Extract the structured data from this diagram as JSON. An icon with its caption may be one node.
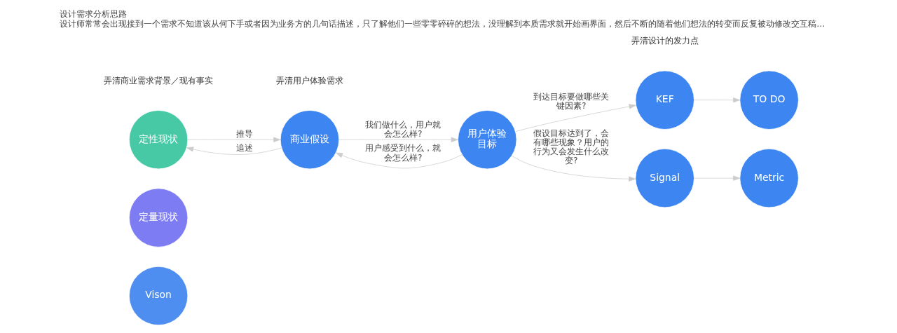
{
  "diagram": {
    "title": "设计需求分析思路",
    "caption": "设计师常常会出现接到一个需求不知道该从何下手或者因为业务方的几句话描述，只了解他们一些零零碎碎的想法，没理解到本质需求就开始画界面，然后不断的随着他们想法的转变而反复被动修改交互稿...",
    "nodes": [
      {
        "text": [
          "Vison"
        ]
      },
      {
        "text": [
          "定量现状"
        ]
      },
      {
        "text": [
          "定性现状"
        ]
      },
      {
        "text": [
          "商业假设"
        ]
      },
      {
        "text": [
          "用户体验目标"
        ]
      },
      {
        "text": [
          "KEF"
        ]
      },
      {
        "text": [
          "TO DO"
        ]
      },
      {
        "text": [
          "Signal"
        ]
      },
      {
        "text": [
          "Metric"
        ]
      }
    ],
    "edges": [
      {
        "from": 2,
        "to": 3,
        "arrow": "to",
        "label": "推导"
      },
      {
        "from": 3,
        "to": 2,
        "arrow": "to",
        "label": "追述"
      },
      {
        "from": 3,
        "to": 4,
        "arrow": "to",
        "label": "我们做什么，用户就会怎么样?"
      },
      {
        "from": 4,
        "to": 3,
        "arrow": "to",
        "label": "用户感受到什么，就会怎么样?"
      },
      {
        "from": 4,
        "to": 5,
        "arrow": "to",
        "label": "到达目标要做哪些关键因素?"
      },
      {
        "from": 4,
        "to": 7,
        "arrow": "to",
        "label": "假设目标达到了，会有哪些现象？用户的行为又会发生什么改变?"
      },
      {
        "from": 5,
        "to": 6,
        "arrow": "to"
      },
      {
        "from": 7,
        "to": 8,
        "arrow": "to"
      }
    ],
    "labels": [
      "弄清商业需求背景／现有事实",
      "弄清用户体验需求",
      "弄清设计的发力点"
    ]
  }
}
